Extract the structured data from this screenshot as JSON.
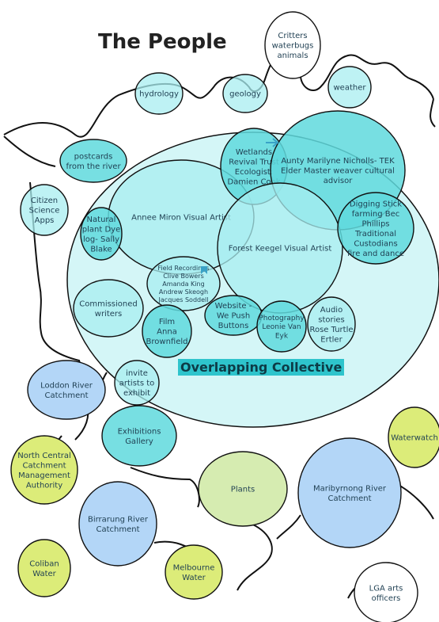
{
  "title": "The People",
  "collective_label": "Overlapping Collective",
  "colors": {
    "cyan": "#5fd9dd",
    "cyan_light": "#a8eef0",
    "cyan_big": "#cdf5f6",
    "blue": "#b3d6f7",
    "lime": "#dcec79",
    "pale_green": "#d6ecb1",
    "outline": "#111111"
  },
  "nodes": [
    {
      "id": "critters",
      "lines": [
        "Critters",
        "waterbugs",
        "animals"
      ],
      "style": "white"
    },
    {
      "id": "hydrology",
      "lines": [
        "hydrology"
      ],
      "style": "cyan_light"
    },
    {
      "id": "geology",
      "lines": [
        "geology"
      ],
      "style": "cyan_light"
    },
    {
      "id": "weather",
      "lines": [
        "weather"
      ],
      "style": "cyan_light"
    },
    {
      "id": "postcards",
      "lines": [
        "postcards",
        "from the river"
      ],
      "style": "cyan"
    },
    {
      "id": "citizen-science",
      "lines": [
        "Citizen",
        "Science",
        "Apps"
      ],
      "style": "cyan_light"
    },
    {
      "id": "annee-miron",
      "lines": [
        "Annee Miron Visual Artist"
      ],
      "style": "cyan_light"
    },
    {
      "id": "wetlands",
      "lines": [
        "Wetlands",
        "Revival Trust",
        "Ecologist:",
        "Damien Cook"
      ],
      "style": "cyan"
    },
    {
      "id": "aunty-marilyne",
      "lines": [
        "Aunty Marilyne Nicholls- TEK",
        "Elder Master weaver cultural",
        "advisor"
      ],
      "style": "cyan"
    },
    {
      "id": "natural-plant-dye",
      "lines": [
        "Natural",
        "plant Dye",
        "log- Sally",
        "Blake"
      ],
      "style": "cyan"
    },
    {
      "id": "forest-keegel",
      "lines": [
        "Forest Keegel Visual Artist"
      ],
      "style": "cyan_light"
    },
    {
      "id": "digging-stick",
      "lines": [
        "Digging Stick",
        "farming Bec",
        "Phillips",
        "Traditional",
        "Custodians",
        "fire and dance"
      ],
      "style": "cyan"
    },
    {
      "id": "field-recordings",
      "lines": [
        "Field Recordings",
        "Clive Bowers",
        "Amanda King",
        "Andrew Skeogh",
        "Jacques Soddell"
      ],
      "style": "cyan_light"
    },
    {
      "id": "commissioned",
      "lines": [
        "Commissioned",
        "writers"
      ],
      "style": "cyan_light"
    },
    {
      "id": "website",
      "lines": [
        "Website -",
        "We Push",
        "Buttons"
      ],
      "style": "cyan"
    },
    {
      "id": "photography",
      "lines": [
        "Photography",
        "Leonie Van",
        "Eyk"
      ],
      "style": "cyan"
    },
    {
      "id": "audio-stories",
      "lines": [
        "Audio",
        "stories",
        "Rose Turtle",
        "Ertler"
      ],
      "style": "cyan_light"
    },
    {
      "id": "film",
      "lines": [
        "Film",
        "Anna",
        "Brownfield"
      ],
      "style": "cyan"
    },
    {
      "id": "loddon",
      "lines": [
        "Loddon River",
        "Catchment"
      ],
      "style": "blue"
    },
    {
      "id": "invite-artists",
      "lines": [
        "invite",
        "artists to",
        "exhibit"
      ],
      "style": "cyan_light"
    },
    {
      "id": "exhibitions",
      "lines": [
        "Exhibitions",
        "Gallery"
      ],
      "style": "cyan"
    },
    {
      "id": "waterwatch",
      "lines": [
        "Waterwatch"
      ],
      "style": "lime"
    },
    {
      "id": "north-central",
      "lines": [
        "North Central",
        "Catchment",
        "Management",
        "Authority"
      ],
      "style": "lime"
    },
    {
      "id": "plants",
      "lines": [
        "Plants"
      ],
      "style": "pale_green"
    },
    {
      "id": "maribyrnong",
      "lines": [
        "Maribyrnong River",
        "Catchment"
      ],
      "style": "blue"
    },
    {
      "id": "birrarung",
      "lines": [
        "Birrarung River",
        "Catchment"
      ],
      "style": "blue"
    },
    {
      "id": "coliban",
      "lines": [
        "Coliban",
        "Water"
      ],
      "style": "lime"
    },
    {
      "id": "melbourne-water",
      "lines": [
        "Melbourne",
        "Water"
      ],
      "style": "lime"
    },
    {
      "id": "lga-arts",
      "lines": [
        "LGA arts",
        "officers"
      ],
      "style": "white"
    }
  ]
}
